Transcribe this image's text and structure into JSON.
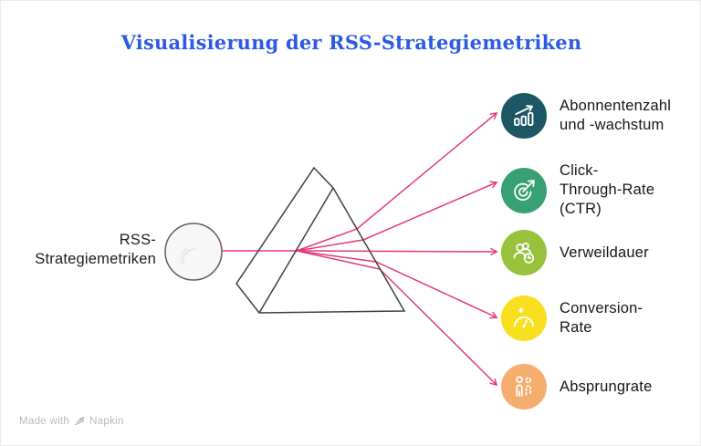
{
  "title": "Visualisierung der RSS-Strategiemetriken",
  "source": {
    "label_lines": [
      "RSS-",
      "Strategiemetriken"
    ]
  },
  "items": [
    {
      "label_lines": [
        "Abonnentenzahl",
        "und -wachstum"
      ],
      "color": "#1d5765",
      "icon": "growth-chart-icon"
    },
    {
      "label_lines": [
        "Click-",
        "Through-Rate",
        "(CTR)"
      ],
      "color": "#38a075",
      "icon": "click-target-icon"
    },
    {
      "label_lines": [
        "Verweildauer"
      ],
      "color": "#98c13c",
      "icon": "users-clock-icon"
    },
    {
      "label_lines": [
        "Conversion-",
        "Rate"
      ],
      "color": "#f8df1f",
      "icon": "gauge-down-icon"
    },
    {
      "label_lines": [
        "Absprungrate"
      ],
      "color": "#f6ae6f",
      "icon": "person-leaving-icon"
    }
  ],
  "footer": {
    "made_with": "Made with",
    "brand": "Napkin"
  },
  "colors": {
    "title": "#2b5ae3",
    "incoming_ray": "#f04aa8",
    "spectrum_ray": "#e23a78",
    "prism_stroke": "#3f3f3f",
    "node_fill": "#f7f7f7",
    "node_stroke": "#5f5f5f",
    "icon_stroke": "#ffffff",
    "text": "#1c1c1c",
    "footer_text": "#b9b9b9"
  }
}
